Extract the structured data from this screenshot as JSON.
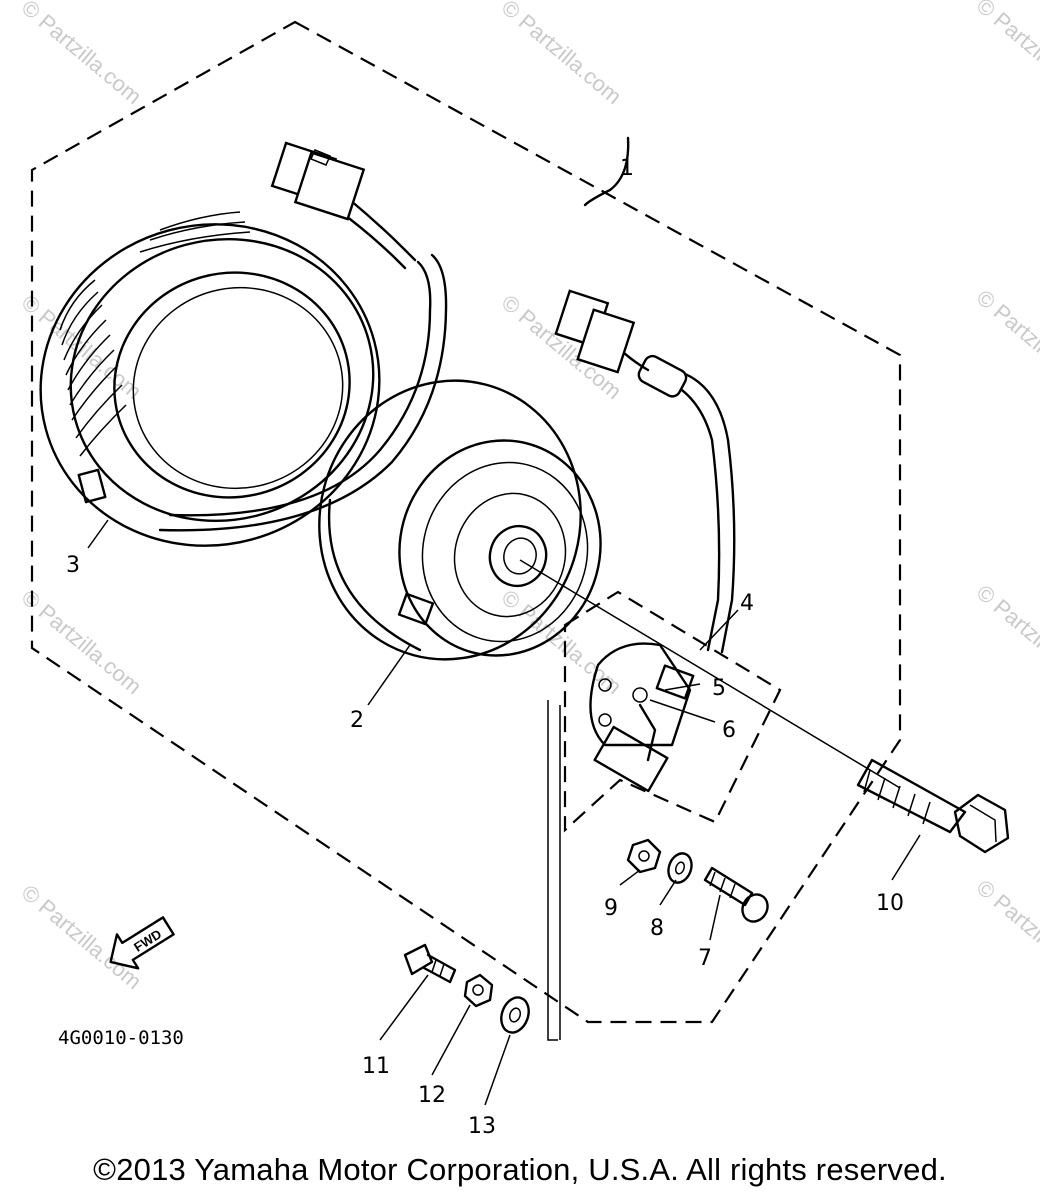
{
  "callouts": {
    "c1": "1",
    "c2": "2",
    "c3": "3",
    "c4": "4",
    "c5": "5",
    "c6": "6",
    "c7": "7",
    "c8": "8",
    "c9": "9",
    "c10": "10",
    "c11": "11",
    "c12": "12",
    "c13": "13"
  },
  "drawing_code": "4G0010-0130",
  "fwd_label": "FWD",
  "watermark": "© Partzilla.com",
  "copyright": "©2013 Yamaha Motor Corporation, U.S.A. All rights reserved."
}
